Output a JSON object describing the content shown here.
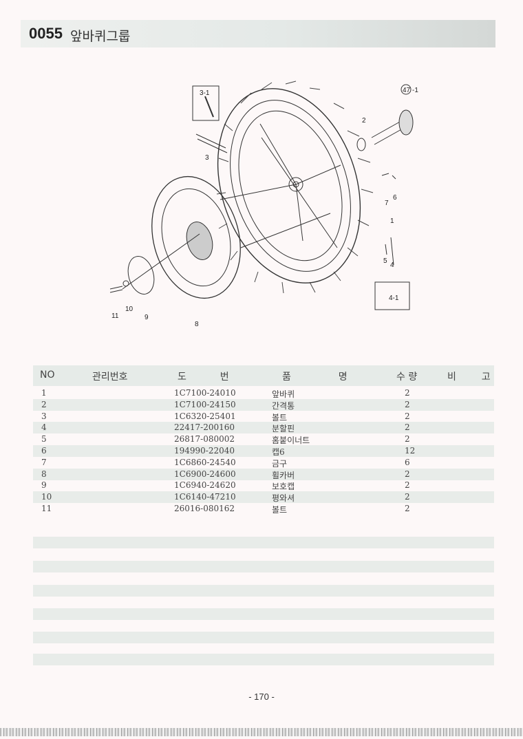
{
  "header": {
    "code": "0055",
    "title": "앞바퀴그룹"
  },
  "diagram": {
    "callouts": [
      "3-1",
      "47",
      "-1",
      "2",
      "3",
      "7",
      "6",
      "1",
      "5",
      "4",
      "4-1",
      "11",
      "10",
      "9",
      "8"
    ]
  },
  "table": {
    "headers": [
      "NO",
      "관리번호",
      "도  번",
      "품  명",
      "수 량",
      "비  고"
    ],
    "rows": [
      {
        "no": "1",
        "mgmt": "",
        "part": "1C7100-24010",
        "name": "앞바퀴",
        "qty": "2",
        "note": ""
      },
      {
        "no": "2",
        "mgmt": "",
        "part": "1C7100-24150",
        "name": "간격통",
        "qty": "2",
        "note": ""
      },
      {
        "no": "3",
        "mgmt": "",
        "part": "1C6320-25401",
        "name": "볼트",
        "qty": "2",
        "note": ""
      },
      {
        "no": "4",
        "mgmt": "",
        "part": "22417-200160",
        "name": "분할핀",
        "qty": "2",
        "note": ""
      },
      {
        "no": "5",
        "mgmt": "",
        "part": "26817-080002",
        "name": "홈붙이너트",
        "qty": "2",
        "note": ""
      },
      {
        "no": "6",
        "mgmt": "",
        "part": "194990-22040",
        "name": "캡6",
        "qty": "12",
        "note": ""
      },
      {
        "no": "7",
        "mgmt": "",
        "part": "1C6860-24540",
        "name": "금구",
        "qty": "6",
        "note": ""
      },
      {
        "no": "8",
        "mgmt": "",
        "part": "1C6900-24600",
        "name": "휠카버",
        "qty": "2",
        "note": ""
      },
      {
        "no": "9",
        "mgmt": "",
        "part": "1C6940-24620",
        "name": "보호캡",
        "qty": "2",
        "note": ""
      },
      {
        "no": "10",
        "mgmt": "",
        "part": "1C6140-47210",
        "name": "평와셔",
        "qty": "2",
        "note": ""
      },
      {
        "no": "11",
        "mgmt": "",
        "part": "26016-080162",
        "name": "볼트",
        "qty": "2",
        "note": ""
      }
    ]
  },
  "footer": {
    "page": "- 170 -"
  }
}
